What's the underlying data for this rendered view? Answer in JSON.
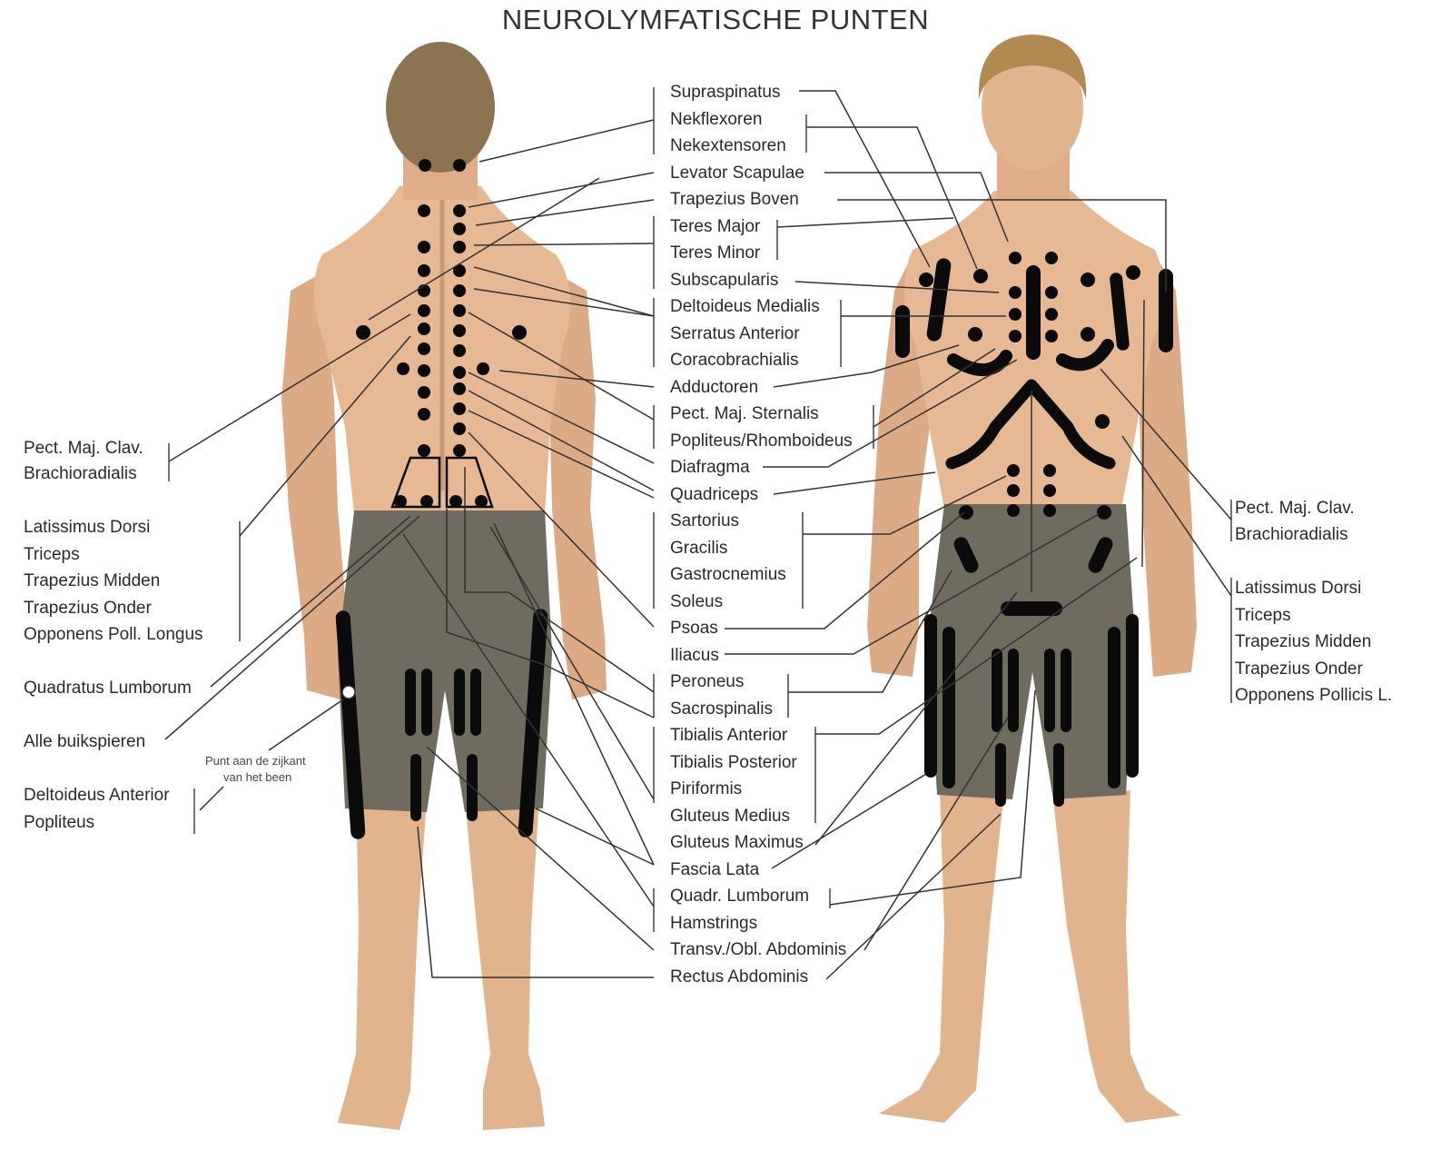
{
  "title": "NEUROLYMFATISCHE PUNTEN",
  "center_labels": [
    "Supraspinatus",
    "Nekflexoren",
    "Nekextensoren",
    "Levator Scapulae",
    "Trapezius Boven",
    "Teres Major",
    "Teres Minor",
    "Subscapularis",
    "Deltoideus Medialis",
    "Serratus Anterior",
    "Coracobrachialis",
    "Adductoren",
    "Pect. Maj. Sternalis",
    "Popliteus/Rhomboideus",
    "Diafragma",
    "Quadriceps",
    "Sartorius",
    "Gracilis",
    "Gastrocnemius",
    "Soleus",
    "Psoas",
    "Iliacus",
    "Peroneus",
    "Sacrospinalis",
    "Tibialis Anterior",
    "Tibialis Posterior",
    "Piriformis",
    "Gluteus Medius",
    "Gluteus Maximus",
    "Fascia Lata",
    "Quadr. Lumborum",
    "Hamstrings",
    "Transv./Obl. Abdominis",
    "Rectus Abdominis"
  ],
  "left_labels": {
    "group1": [
      "Pect. Maj. Clav.",
      "Brachioradialis"
    ],
    "group2": [
      "Latissimus Dorsi",
      "Triceps",
      "Trapezius Midden",
      "Trapezius Onder",
      "Opponens Poll. Longus"
    ],
    "quadratus": "Quadratus Lumborum",
    "buik": "Alle buikspieren",
    "group3": [
      "Deltoideus Anterior",
      "Popliteus"
    ]
  },
  "right_labels": {
    "group1": [
      "Pect. Maj. Clav.",
      "Brachioradialis"
    ],
    "group2": [
      "Latissimus Dorsi",
      "Triceps",
      "Trapezius Midden",
      "Trapezius Onder",
      "Opponens Pollicis L."
    ]
  },
  "side_note": [
    "Punt aan de zijkant",
    "van het been"
  ],
  "colors": {
    "skin": "#e2b48e",
    "shorts": "#6f6b5e",
    "hair": "#8c7452",
    "marker": "#0b0b0b",
    "line": "#333333"
  }
}
